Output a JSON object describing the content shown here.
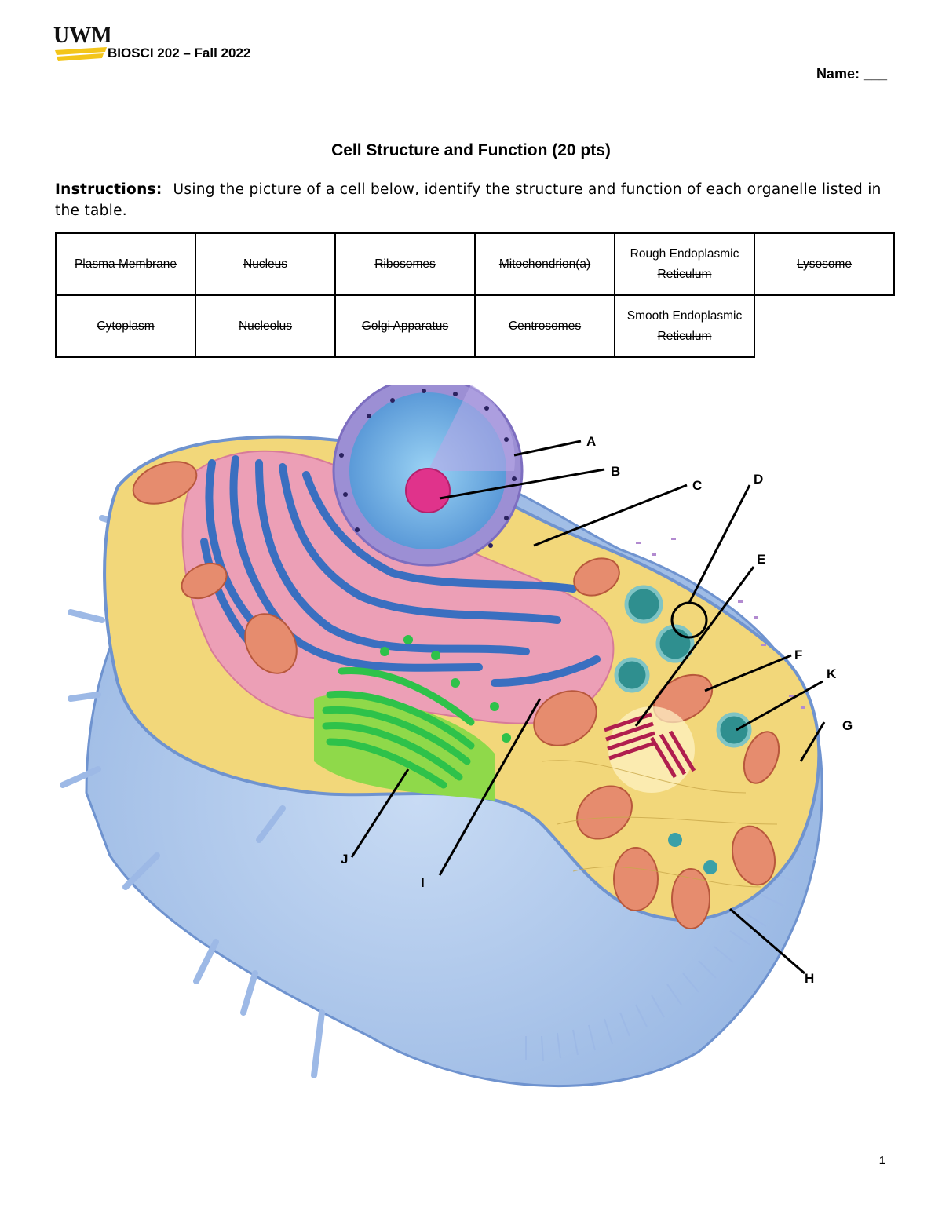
{
  "header": {
    "logo_text": "UWM",
    "course": "BIOSCI 202 – Fall 2022",
    "name_label": "Name: ___"
  },
  "title": "Cell Structure and Function (20 pts)",
  "instructions": {
    "lead": "Instructions:",
    "text": "Using the picture of a cell below, identify the structure and function of each organelle listed in the table."
  },
  "organelle_table": {
    "rows": [
      [
        "Plasma Membrane",
        "Nucleus",
        "Ribosomes",
        "Mitochondrion(a)",
        "Rough Endoplasmic Reticulum",
        "Lysosome"
      ],
      [
        "Cytoplasm",
        "Nucleolus",
        "Golgi Apparatus",
        "Centrosomes",
        "Smooth Endoplasmic Reticulum",
        ""
      ]
    ]
  },
  "diagram": {
    "labels": [
      "A",
      "B",
      "C",
      "D",
      "E",
      "F",
      "G",
      "H",
      "I",
      "J",
      "K"
    ]
  },
  "page_number": "1",
  "colors": {
    "membrane_blue": "#a8c4ea",
    "cytoplasm_yellow": "#f2d77a",
    "nucleus_purple": "#9c8fd4",
    "nucleolus_pink": "#e0338b",
    "er_pink": "#ec9fb6",
    "er_blue": "#3a6fc0",
    "golgi_green": "#2ec24a",
    "mito_orange": "#e68c6e",
    "centrosome_red": "#b01e4e",
    "lysosome_teal": "#2f8f8f"
  }
}
